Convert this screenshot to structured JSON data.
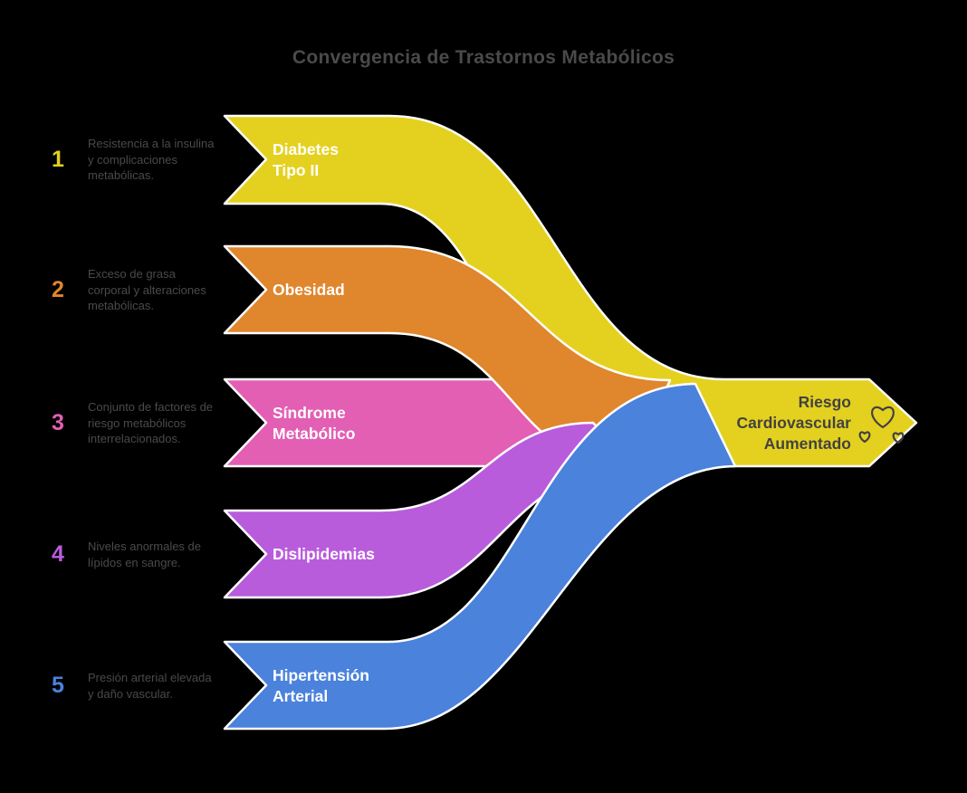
{
  "title": "Convergencia de Trastornos Metabólicos",
  "colors": {
    "background": "#000000",
    "title_text": "#4A4A4A",
    "description_text": "#4A4A4A",
    "band_label_text": "#FFFFFF",
    "outcome_text": "#424242",
    "outline": "#FFFFFF"
  },
  "bands": [
    {
      "number": "1",
      "color": "#E4D11F",
      "label": "Diabetes\nTipo II",
      "description": "Resistencia a la insulina y complicaciones metabólicas."
    },
    {
      "number": "2",
      "color": "#E0862D",
      "label": "Obesidad",
      "description": "Exceso de grasa corporal y alteraciones metabólicas."
    },
    {
      "number": "3",
      "color": "#E25FB4",
      "label": "Síndrome\nMetabólico",
      "description": "Conjunto de factores de riesgo metabólicos interrelacionados."
    },
    {
      "number": "4",
      "color": "#B95CDC",
      "label": "Dislipidemias",
      "description": "Niveles anormales de lípidos en sangre."
    },
    {
      "number": "5",
      "color": "#4A82DC",
      "label": "Hipertensión\nArterial",
      "description": "Presión arterial elevada y daño vascular."
    }
  ],
  "outcome": {
    "label": "Riesgo\nCardiovascular\nAumentado",
    "color": "#E4D11F",
    "icon": "hearts-cloud-icon"
  }
}
